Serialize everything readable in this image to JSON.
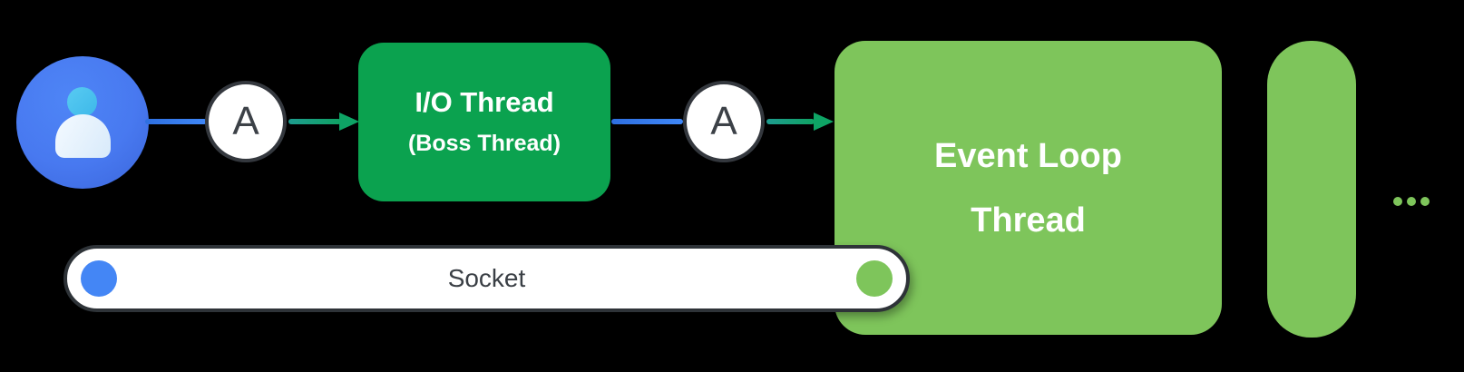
{
  "diagram": {
    "background_color": "#000000",
    "colors": {
      "dark_green": "#0BA24F",
      "light_green": "#7EC55B",
      "avatar_blue": "#4A7CF1",
      "avatar_head_cyan": "#47C0EC",
      "avatar_body_light": "#DDEBFA",
      "line_blue": "#3B82F6",
      "line_teal": "#14A08A",
      "border_dark": "#34383E",
      "text_dark": "#3A3F45",
      "text_white": "#FFFFFF"
    },
    "flow": {
      "user": {
        "icon": "user-avatar-icon"
      },
      "connector_1": {
        "badge": "A"
      },
      "io_thread_box": {
        "title": "I/O Thread",
        "subtitle": "(Boss Thread)"
      },
      "connector_2": {
        "badge": "A"
      },
      "event_loop_box": {
        "title_line1": "Event Loop",
        "title_line2": "Thread"
      },
      "more_threads": {
        "icon": "ellipsis-icon"
      }
    },
    "socket_bar": {
      "label": "Socket"
    }
  }
}
